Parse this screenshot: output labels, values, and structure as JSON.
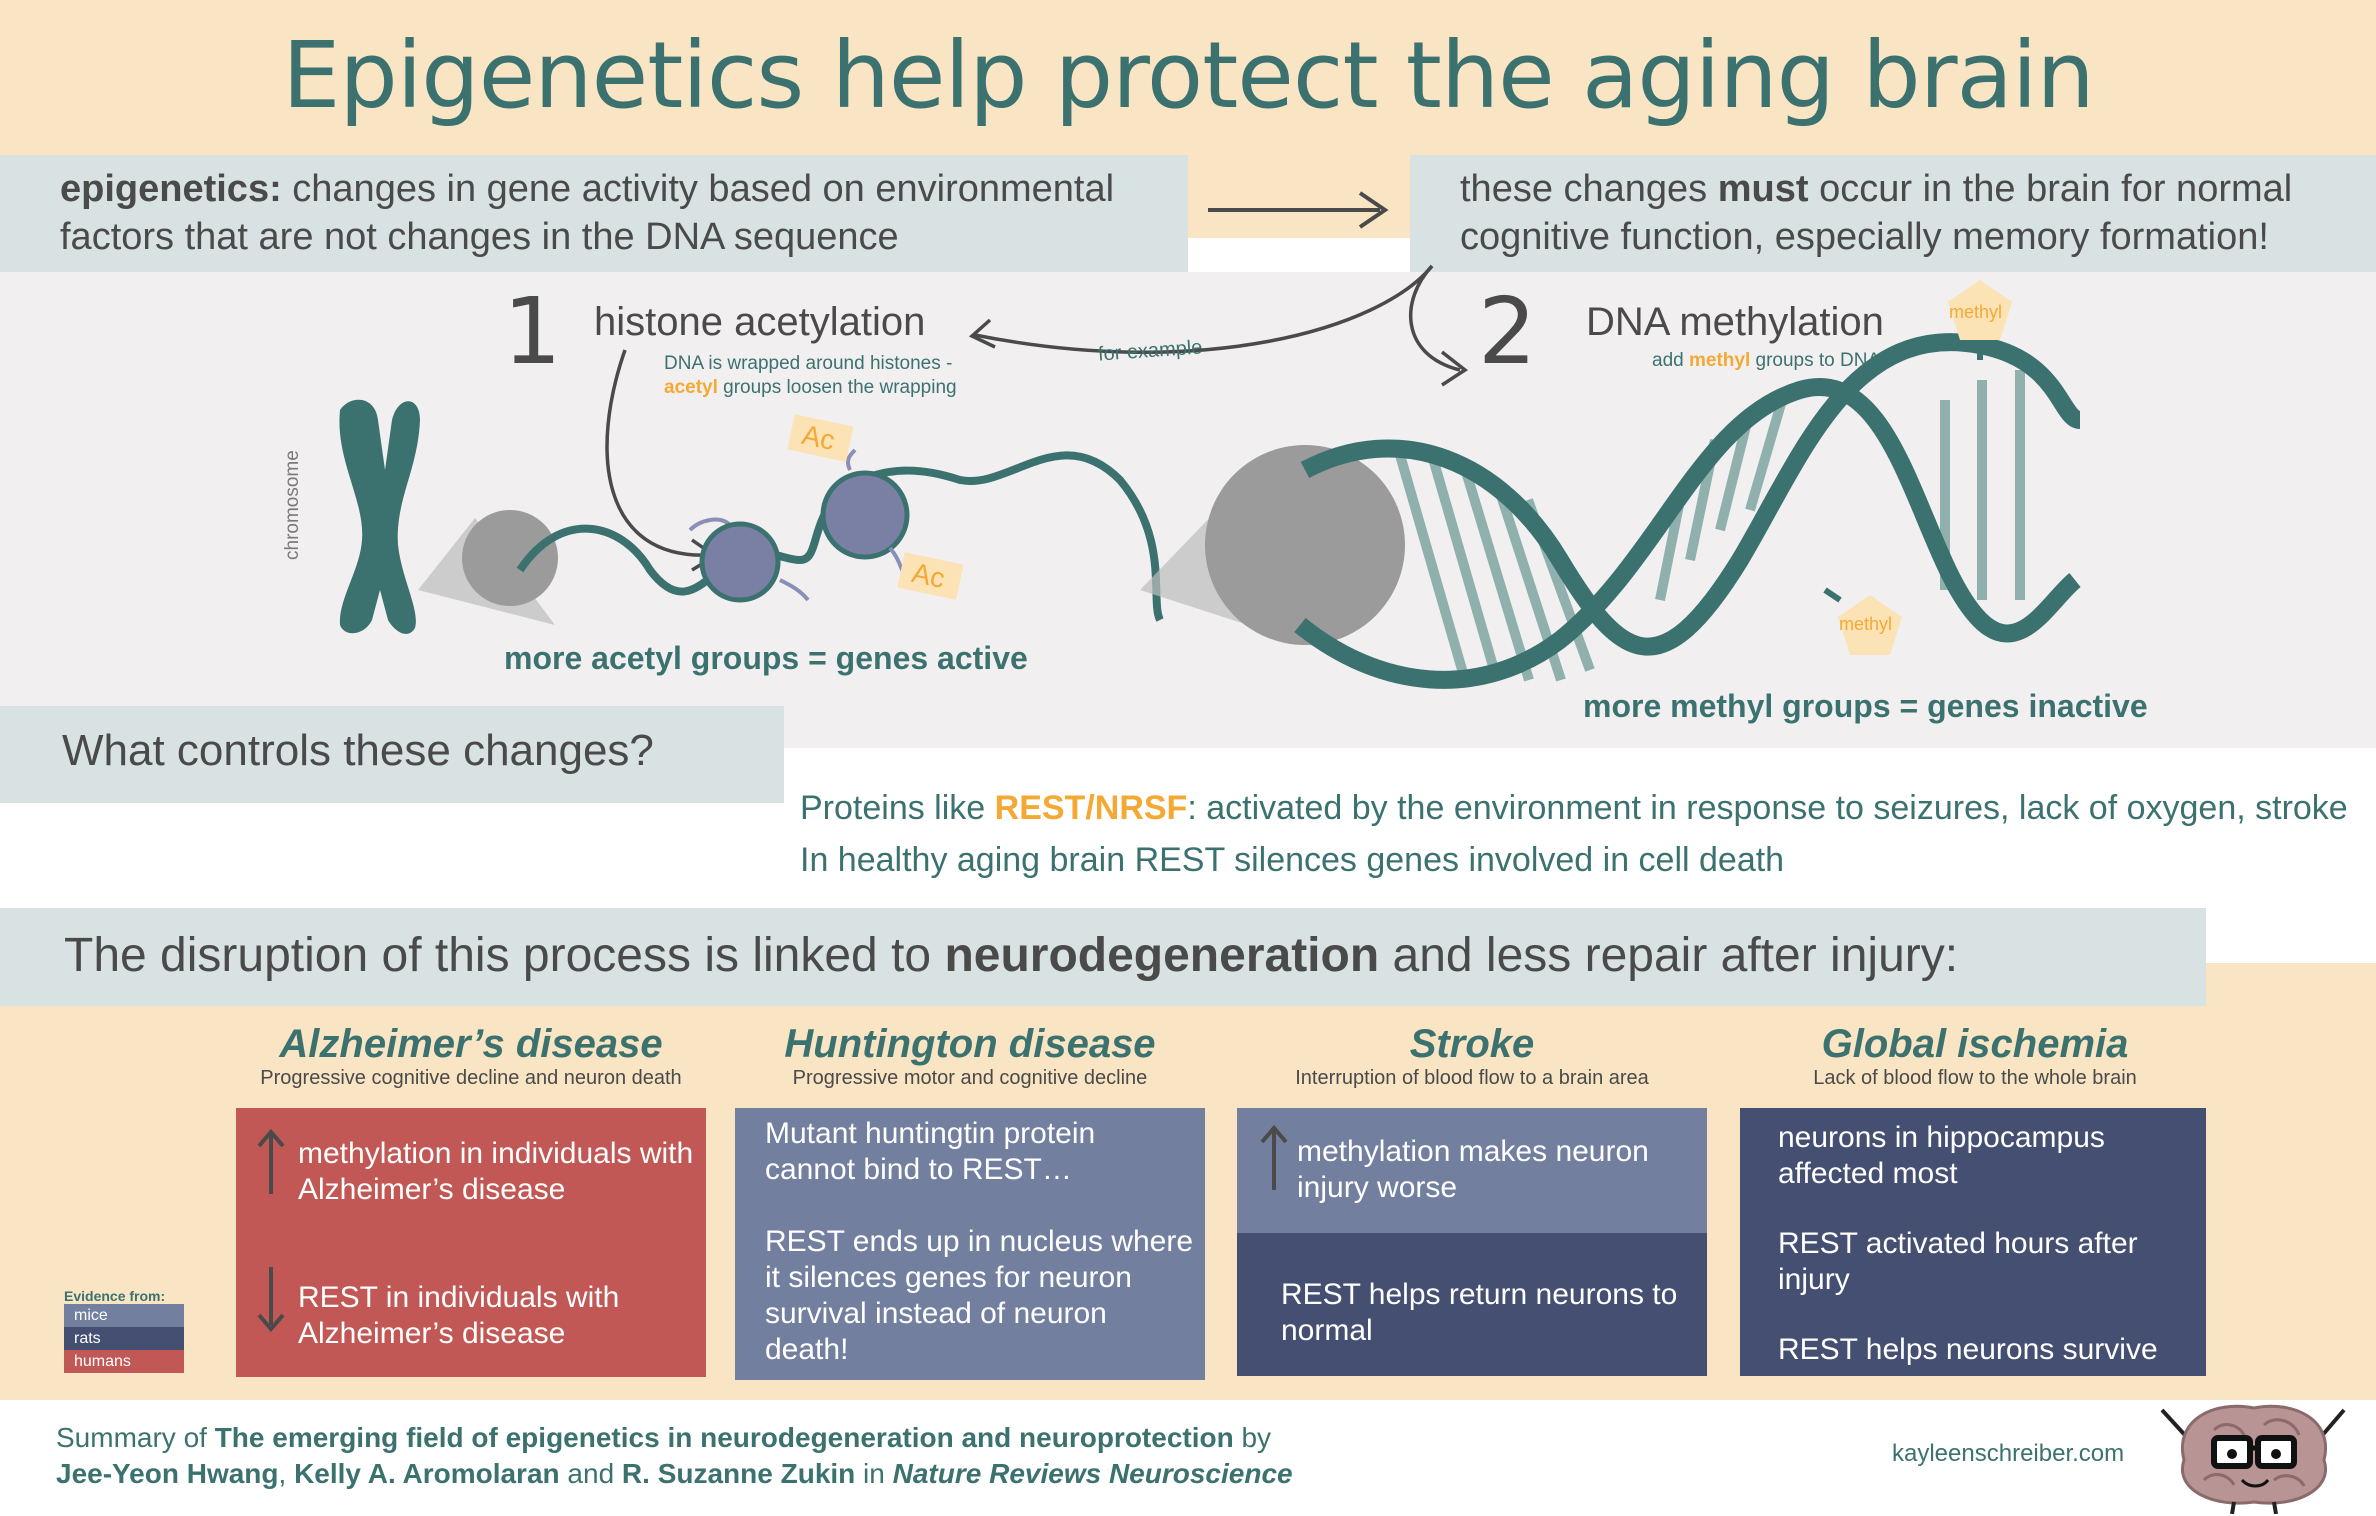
{
  "title": "Epigenetics help protect the aging brain",
  "definition": {
    "term": "epigenetics:",
    "text_line1": " changes in gene activity based on environmental",
    "text_line2": "factors that are not changes in the DNA sequence"
  },
  "must_box": {
    "pre": "these changes ",
    "bold": "must",
    "post": " occur in the brain for normal",
    "line2": "cognitive function, especially memory formation!"
  },
  "for_example": "for example",
  "chromosome_label": "chromosome",
  "histone": {
    "number": "1",
    "heading": "histone acetylation",
    "desc_line1": "DNA is wrapped around histones -",
    "desc_acetyl": "acetyl",
    "desc_line2": " groups loosen the wrapping",
    "ac_label": "Ac",
    "conclusion": "more acetyl groups = genes active"
  },
  "methylation": {
    "number": "2",
    "heading": "DNA methylation",
    "desc_pre": "add ",
    "desc_methyl": "methyl",
    "desc_post": " groups to DNA",
    "methyl_label": "methyl",
    "conclusion": "more methyl groups = genes inactive"
  },
  "question": "What controls these changes?",
  "proteins": {
    "pre": "Proteins like ",
    "highlight": "REST/NRSF",
    "post": ": activated by the environment in response to seizures, lack of oxygen, stroke",
    "line2": "In healthy aging brain REST silences genes involved in cell death"
  },
  "disruption": {
    "pre": "The disruption of this process is linked to ",
    "bold": "neurodegeneration",
    "post": " and less repair after injury:"
  },
  "diseases": [
    {
      "title": "Alzheimer’s disease",
      "subtitle": "Progressive cognitive decline and neuron death",
      "items": [
        "methylation in individuals with Alzheimer’s disease",
        "REST in individuals with Alzheimer’s disease"
      ]
    },
    {
      "title": "Huntington disease",
      "subtitle": "Progressive motor and cognitive decline",
      "items": [
        "Mutant huntingtin protein cannot bind to REST…",
        "REST ends up in nucleus where it silences genes for neuron survival instead of neuron death!"
      ]
    },
    {
      "title": "Stroke",
      "subtitle": "Interruption of blood flow to a brain area",
      "items": [
        "methylation makes neuron injury worse",
        "REST helps return neurons to normal"
      ]
    },
    {
      "title": "Global ischemia",
      "subtitle": "Lack of blood flow to the whole brain",
      "items": [
        "neurons in hippocampus affected most",
        "REST activated hours after injury",
        "REST helps neurons survive"
      ]
    }
  ],
  "legend": {
    "title": "Evidence from:",
    "items": [
      "mice",
      "rats",
      "humans"
    ]
  },
  "footer": {
    "summary_of": "Summary of ",
    "paper_title": "The emerging field of epigenetics in neurodegeneration and neuroprotection",
    "by": " by",
    "author1": "Jee-Yeon Hwang",
    "comma": ", ",
    "author2": "Kelly A. Aromolaran",
    "and": " and ",
    "author3": "R. Suzanne Zukin",
    "in": " in ",
    "journal": "Nature Reviews Neuroscience",
    "website": "kayleenschreiber.com"
  },
  "colors": {
    "teal": "#3b726f",
    "orange": "#f4a934",
    "mice": "#737f9e",
    "rats": "#444f71",
    "humans": "#c25855",
    "peach": "#f9e4c3",
    "grey_blue": "#d8e2e2"
  }
}
